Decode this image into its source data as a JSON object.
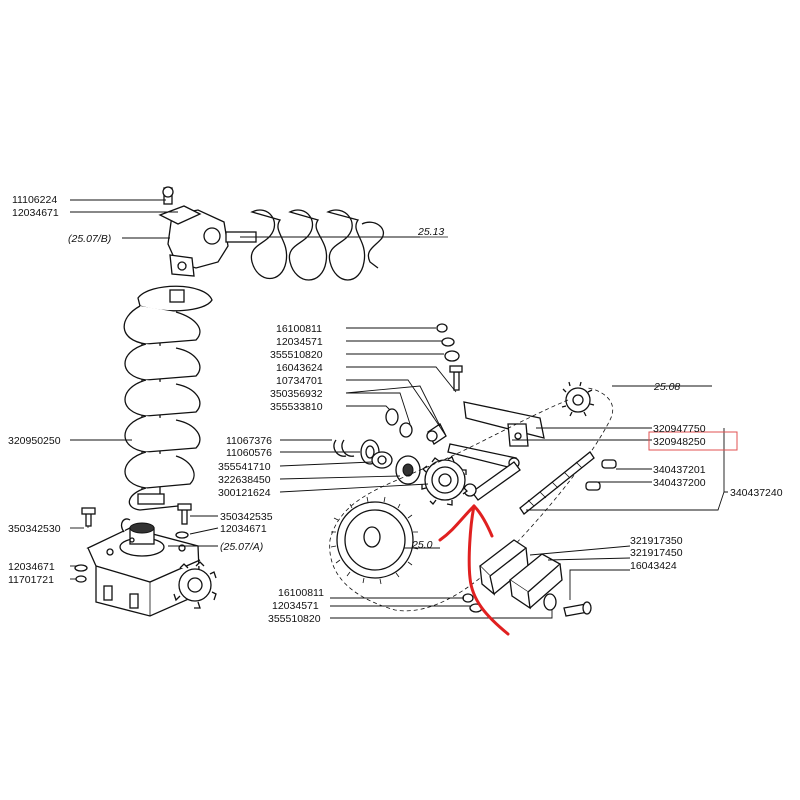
{
  "parts": {
    "p11106224": "11106224",
    "p12034671_top": "12034671",
    "ref_2507b": "(25.07/B)",
    "ref_2513": "25.13",
    "p320950250": "320950250",
    "p350342530": "350342530",
    "p12034671_left": "12034671",
    "p11701721": "11701721",
    "p350342535": "350342535",
    "p12034671_base": "12034671",
    "ref_2507a": "(25.07/A)",
    "p16100811_a": "16100811",
    "p12034571_a": "12034571",
    "p355510820_a": "355510820",
    "p16043624": "16043624",
    "p10734701": "10734701",
    "p350356932": "350356932",
    "p355533810": "355533810",
    "p11067376": "11067376",
    "p11060576": "11060576",
    "p355541710": "355541710",
    "p322638450": "322638450",
    "p300121624": "300121624",
    "ref_2508": "25.08",
    "p320947750": "320947750",
    "p320948250": "320948250",
    "p340437201": "340437201",
    "p340437200": "340437200",
    "p340437240": "340437240",
    "ref_250": "25.0",
    "p321917350": "321917350",
    "p321917450": "321917450",
    "p16043424": "16043424",
    "p16100811_b": "16100811",
    "p12034571_b": "12034571",
    "p355510820_b": "355510820"
  },
  "highlight": {
    "part": "320948250",
    "box_color": "#e05050"
  },
  "annotation": {
    "color": "#e02020"
  }
}
